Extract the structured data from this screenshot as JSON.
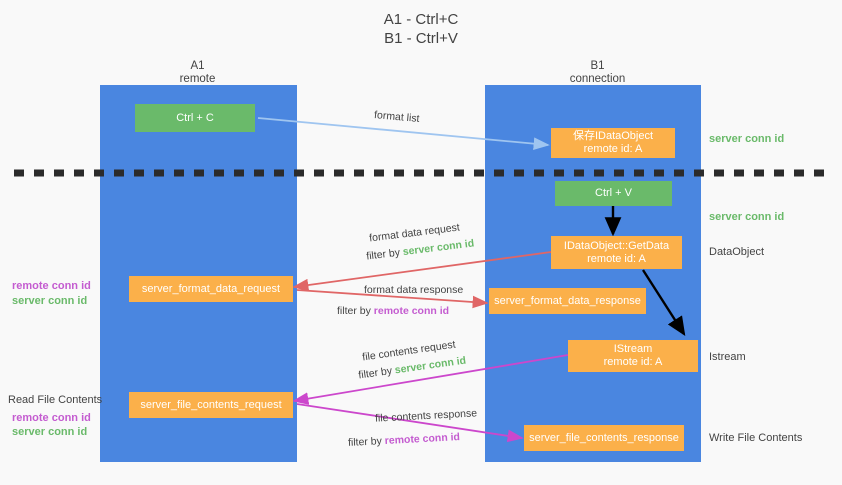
{
  "title": {
    "line1": "A1 - Ctrl+C",
    "line2": "B1 - Ctrl+V"
  },
  "columns": [
    {
      "name": "A1",
      "role": "remote"
    },
    {
      "name": "B1",
      "role": "connection"
    }
  ],
  "boxes": {
    "ctrl_c": "Ctrl + C",
    "ctrl_v": "Ctrl + V",
    "save_idataobject_l1": "保存IDataObject",
    "save_idataobject_l2": "remote id: A",
    "getdata_l1": "IDataObject::GetData",
    "getdata_l2": "remote id: A",
    "istream_l1": "IStream",
    "istream_l2": "remote id: A",
    "server_format_data_request": "server_format_data_request",
    "server_format_data_response": "server_format_data_response",
    "server_file_contents_request": "server_file_contents_request",
    "server_file_contents_response": "server_file_contents_response"
  },
  "edges": {
    "format_list": "format list",
    "format_data_request": "format data request",
    "format_data_response": "format data response",
    "file_contents_request": "file contents request",
    "file_contents_response": "file contents response",
    "filter_by": "filter by",
    "server_conn_id": "server conn id",
    "remote_conn_id": "remote conn id"
  },
  "side_labels": {
    "right_server_conn_id_top": "server conn id",
    "right_server_conn_id_mid": "server conn id",
    "right_dataobject": "DataObject",
    "right_istream": "Istream",
    "right_write_file_contents": "Write File Contents",
    "left_remote_conn_id_top": "remote conn id",
    "left_server_conn_id_top": "server conn id",
    "left_read_file_contents": "Read File Contents",
    "left_remote_conn_id_bottom": "remote conn id",
    "left_server_conn_id_bottom": "server conn id"
  },
  "colors": {
    "background": "#f9f9f9",
    "panel_blue": "#4a86e0",
    "box_green": "#6aba6a",
    "box_orange": "#fbb04a",
    "text_dark": "#434343",
    "arrow_lightblue": "#9fc5f0",
    "arrow_red": "#e06666",
    "arrow_magenta": "#cc47cc",
    "arrow_black": "#000000",
    "green_label": "#6aba6a",
    "purple_label": "#c45cd0",
    "divider_dashed": "#2b2b2b"
  }
}
